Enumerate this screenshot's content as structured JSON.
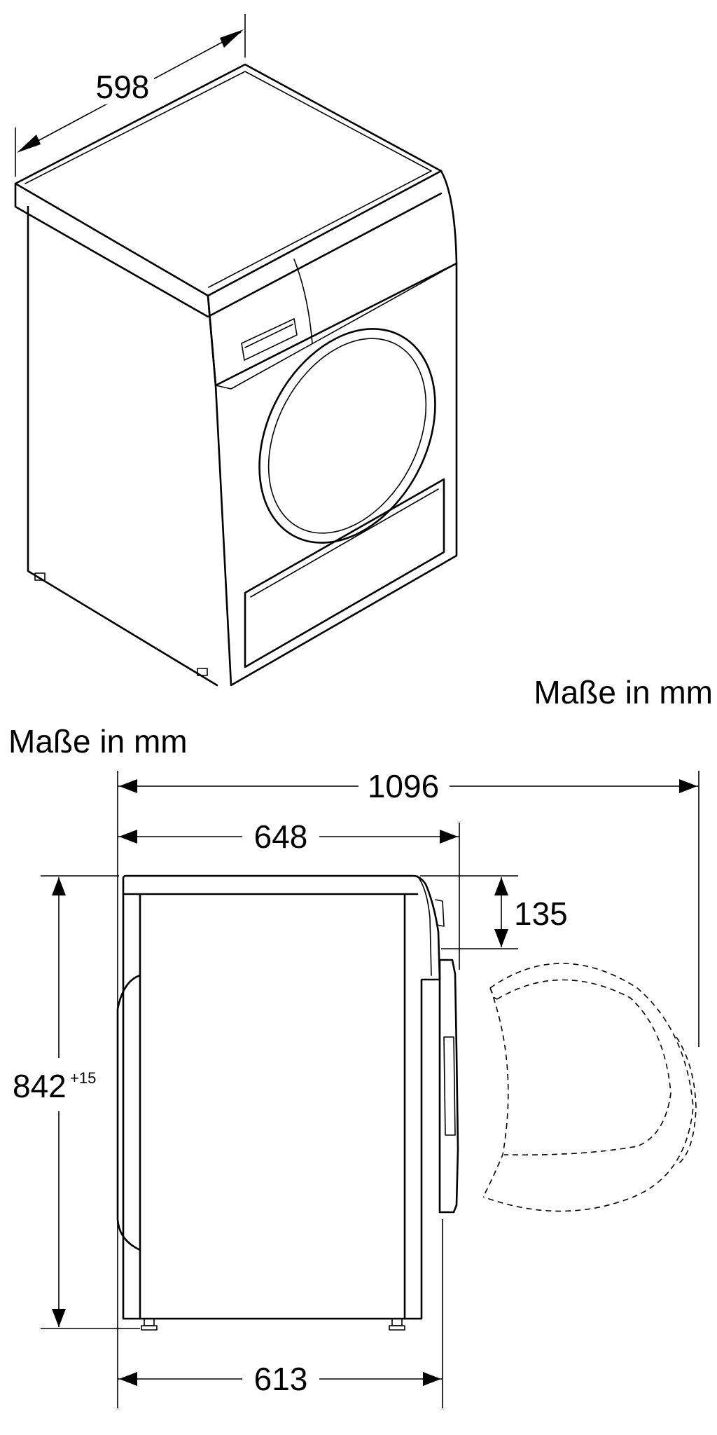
{
  "iso_view": {
    "width_label": "598",
    "units_label": "Maße in mm"
  },
  "side_view": {
    "units_label": "Maße in mm",
    "total_depth_door_open_label": "1096",
    "depth_label": "648",
    "top_step_label": "135",
    "height_label": "842",
    "height_tolerance_label": "+15",
    "body_depth_label": "613"
  }
}
